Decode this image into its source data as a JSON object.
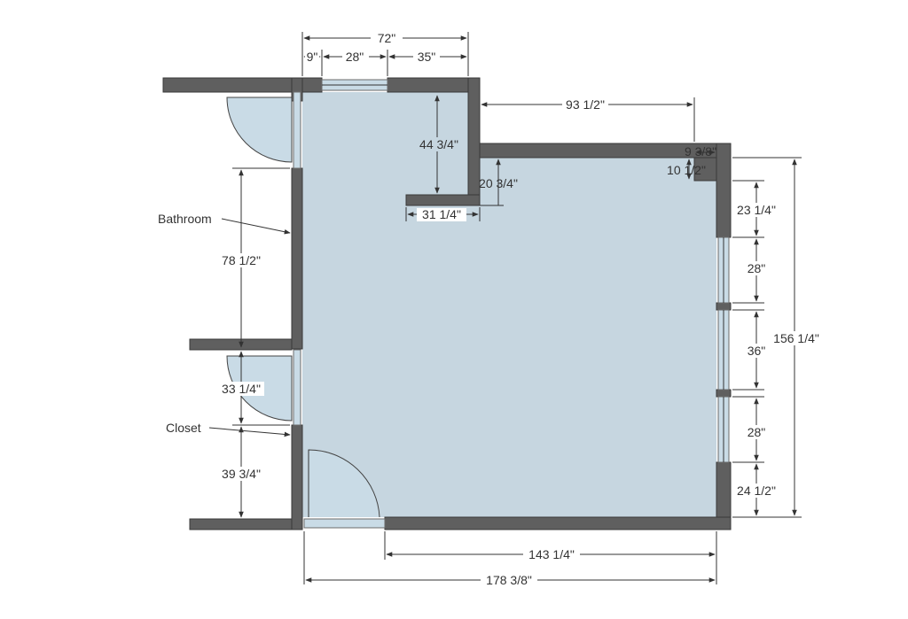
{
  "colors": {
    "wall": "#5f5f5f",
    "floor": "#c6d6e0",
    "glass": "#c9dbe6",
    "dimension": "#333333"
  },
  "labels": {
    "bathroom": "Bathroom",
    "closet": "Closet"
  },
  "dimensions": {
    "top_total": "72\"",
    "top_left": "9\"",
    "top_window": "28\"",
    "top_right": "35\"",
    "step_depth": "44 3/4\"",
    "step_width": "31 1/4\"",
    "inner_step": "20 3/4\"",
    "top_run": "93 1/2\"",
    "corner_a": "9 3/8\"",
    "corner_b": "10 1/2\"",
    "bathroom_door": "78 1/2\"",
    "closet_door": "33 1/4\"",
    "lower_left": "39 3/4\"",
    "right_seg1": "23 1/4\"",
    "right_seg2": "28\"",
    "right_seg3": "36\"",
    "right_seg4": "28\"",
    "right_seg5": "24 1/2\"",
    "right_total": "156 1/4\"",
    "bottom_run": "143 1/4\"",
    "bottom_total": "178 3/8\""
  }
}
